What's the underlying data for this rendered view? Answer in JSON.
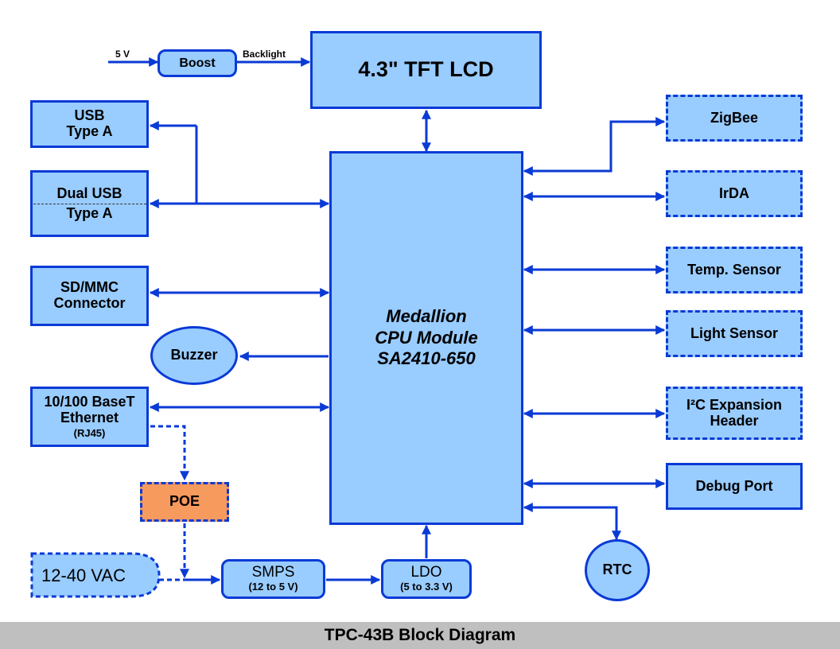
{
  "colors": {
    "block_fill": "#99ccff",
    "line": "#0a3ad6",
    "poe_fill": "#f79a5e",
    "footer_bg": "#bfbfbf"
  },
  "lcd": {
    "label": "4.3\" TFT LCD"
  },
  "boost": {
    "label": "Boost",
    "input_label": "5 V",
    "output_label": "Backlight"
  },
  "cpu": {
    "line1": "Medallion",
    "line2": "CPU Module",
    "line3": "SA2410-650"
  },
  "left_blocks": {
    "usb": {
      "line1": "USB",
      "line2": "Type A"
    },
    "dual_usb": {
      "line1": "Dual USB",
      "line2": "Type A"
    },
    "sdmmc": {
      "line1": "SD/MMC",
      "line2": "Connector"
    },
    "buzzer": {
      "label": "Buzzer"
    },
    "ethernet": {
      "line1": "10/100 BaseT",
      "line2": "Ethernet",
      "line3": "(RJ45)"
    },
    "poe": {
      "label": "POE"
    }
  },
  "power": {
    "vac": {
      "label": "12-40 VAC"
    },
    "smps": {
      "label": "SMPS",
      "sub": "(12 to 5 V)"
    },
    "ldo": {
      "label": "LDO",
      "sub": "(5 to 3.3 V)"
    }
  },
  "right_blocks": {
    "zigbee": {
      "label": "ZigBee"
    },
    "irda": {
      "label": "IrDA"
    },
    "temp": {
      "label": "Temp. Sensor"
    },
    "light": {
      "label": "Light Sensor"
    },
    "i2c": {
      "line1": "I²C Expansion",
      "line2": "Header"
    },
    "debug": {
      "label": "Debug Port"
    },
    "rtc": {
      "label": "RTC"
    }
  },
  "footer": {
    "title": "TPC-43B Block Diagram"
  }
}
